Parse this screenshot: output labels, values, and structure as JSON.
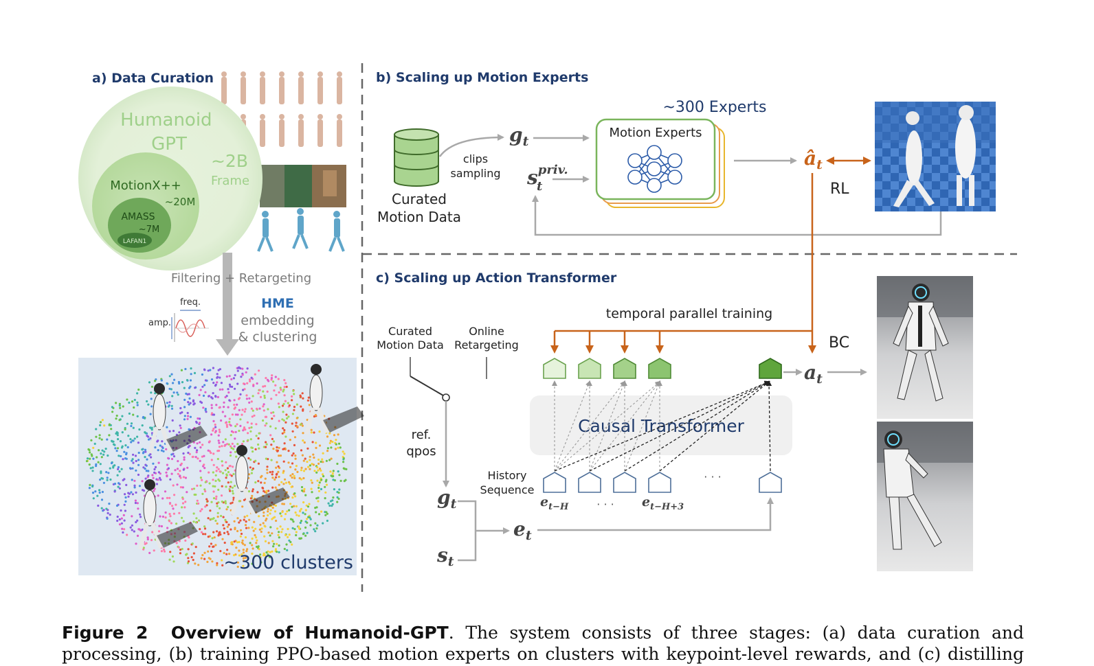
{
  "panel_a": {
    "title": "a) Data Curation",
    "humanoid_gpt": "Humanoid GPT",
    "frames_count": "~2B",
    "frames_unit": "Frame",
    "motionx": "MotionX++",
    "motionx_count": "~20M",
    "amass": "AMASS",
    "amass_count": "~7M",
    "lafan": "LAFAN1",
    "filtering": "Filtering + Retargeting",
    "freq_label": "freq.",
    "amp_label": "amp.",
    "hme": "HME",
    "embedding": "embedding",
    "clustering": "& clustering",
    "clusters": "~300 clusters"
  },
  "panel_b": {
    "title": "b) Scaling up Motion Experts",
    "experts_count": "~300 Experts",
    "experts_box": "Motion Experts",
    "g_t": "g",
    "g_t_sub": "t",
    "s_priv": "s",
    "s_priv_sup": "priv.",
    "s_priv_sub": "t",
    "clips": "clips",
    "sampling": "sampling",
    "curated_1": "Curated",
    "curated_2": "Motion Data",
    "a_hat": "â",
    "a_hat_sub": "t",
    "rl": "RL"
  },
  "panel_c": {
    "title": "c) Scaling up Action Transformer",
    "temporal": "temporal parallel training",
    "curated_1": "Curated",
    "curated_2": "Motion Data",
    "online_1": "Online",
    "online_2": "Retargeting",
    "ref_1": "ref.",
    "ref_2": "qpos",
    "causal": "Causal Transformer",
    "history_1": "History",
    "history_2": "Sequence",
    "bc": "BC",
    "a_t": "a",
    "a_t_sub": "t",
    "g_t": "g",
    "g_t_sub": "t",
    "s_t": "s",
    "s_t_sub": "t",
    "e_t": "e",
    "e_t_sub": "t",
    "e_first": "e",
    "e_first_sub": "t−H",
    "e_third": "e",
    "e_third_sub": "t−H+3",
    "dots": "· · ·"
  },
  "caption": {
    "label": "Figure 2",
    "title": "Overview of Humanoid-GPT",
    "text": ". The system consists of three stages: (a) data curation and processing, (b) training PPO-based motion experts on clusters with keypoint-level rewards, and (c) distilling all experts into a single"
  },
  "colors": {
    "navy": "#1f3a6b",
    "orange": "#c8631a",
    "gray_arrow": "#a8a8a8",
    "light_green": "#dcefd2",
    "mid_green": "#a9d490",
    "dark_green": "#5c9e3c"
  }
}
